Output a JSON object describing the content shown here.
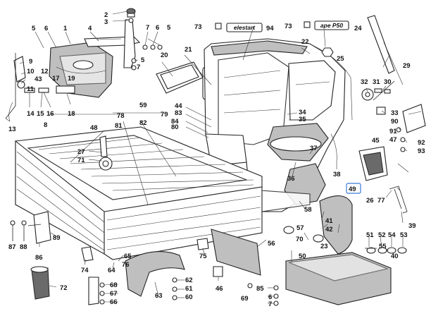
{
  "labels": [
    {
      "id": "p2",
      "text": "2"
    },
    {
      "id": "p3",
      "text": "3"
    },
    {
      "id": "p73a",
      "text": "73"
    },
    {
      "id": "p94",
      "text": "94"
    },
    {
      "id": "p73b",
      "text": "73"
    },
    {
      "id": "p24",
      "text": "24"
    },
    {
      "id": "p5a",
      "text": "5"
    },
    {
      "id": "p6a",
      "text": "6"
    },
    {
      "id": "p1",
      "text": "1"
    },
    {
      "id": "p4",
      "text": "4"
    },
    {
      "id": "p7a",
      "text": "7"
    },
    {
      "id": "p6b",
      "text": "6"
    },
    {
      "id": "p5b",
      "text": "5"
    },
    {
      "id": "p9",
      "text": "9"
    },
    {
      "id": "p10",
      "text": "10"
    },
    {
      "id": "p43",
      "text": "43"
    },
    {
      "id": "p11",
      "text": "11"
    },
    {
      "id": "p17",
      "text": "17"
    },
    {
      "id": "p19",
      "text": "19"
    },
    {
      "id": "p14",
      "text": "14"
    },
    {
      "id": "p15",
      "text": "15"
    },
    {
      "id": "p16",
      "text": "16"
    },
    {
      "id": "p18",
      "text": "18"
    },
    {
      "id": "p8",
      "text": "8"
    },
    {
      "id": "p13",
      "text": "13"
    },
    {
      "id": "p20",
      "text": "20"
    },
    {
      "id": "p21",
      "text": "21"
    },
    {
      "id": "p22",
      "text": "22"
    },
    {
      "id": "p23",
      "text": "23"
    },
    {
      "id": "p25",
      "text": "25"
    },
    {
      "id": "p26",
      "text": "26"
    },
    {
      "id": "p27",
      "text": "27"
    },
    {
      "id": "p29",
      "text": "29"
    },
    {
      "id": "p31",
      "text": "31"
    },
    {
      "id": "p30",
      "text": "30"
    },
    {
      "id": "p32",
      "text": "32"
    },
    {
      "id": "p33",
      "text": "33"
    },
    {
      "id": "p34",
      "text": "34"
    },
    {
      "id": "p35",
      "text": "35"
    },
    {
      "id": "p36",
      "text": "36"
    },
    {
      "id": "p37",
      "text": "37"
    },
    {
      "id": "p38",
      "text": "38"
    },
    {
      "id": "p39",
      "text": "39"
    },
    {
      "id": "p40",
      "text": "40"
    },
    {
      "id": "p41",
      "text": "41"
    },
    {
      "id": "p42",
      "text": "42"
    },
    {
      "id": "p44",
      "text": "44"
    },
    {
      "id": "p45",
      "text": "45"
    },
    {
      "id": "p46",
      "text": "46"
    },
    {
      "id": "p47",
      "text": "47"
    },
    {
      "id": "p48",
      "text": "48"
    },
    {
      "id": "p49",
      "text": "49"
    },
    {
      "id": "p50",
      "text": "50"
    },
    {
      "id": "p51",
      "text": "51"
    },
    {
      "id": "p52",
      "text": "52"
    },
    {
      "id": "p53",
      "text": "53"
    },
    {
      "id": "p54",
      "text": "54"
    },
    {
      "id": "p55",
      "text": "55"
    },
    {
      "id": "p56",
      "text": "56"
    },
    {
      "id": "p57",
      "text": "57"
    },
    {
      "id": "p58",
      "text": "58"
    },
    {
      "id": "p59",
      "text": "59"
    },
    {
      "id": "p60",
      "text": "60"
    },
    {
      "id": "p61",
      "text": "61"
    },
    {
      "id": "p62",
      "text": "62"
    },
    {
      "id": "p63",
      "text": "63"
    },
    {
      "id": "p64",
      "text": "64"
    },
    {
      "id": "p65",
      "text": "65"
    },
    {
      "id": "p66",
      "text": "66"
    },
    {
      "id": "p67",
      "text": "67"
    },
    {
      "id": "p68",
      "text": "68"
    },
    {
      "id": "p69",
      "text": "69"
    },
    {
      "id": "p70",
      "text": "70"
    },
    {
      "id": "p71",
      "text": "71"
    },
    {
      "id": "p72",
      "text": "72"
    },
    {
      "id": "p74",
      "text": "74"
    },
    {
      "id": "p75",
      "text": "75"
    },
    {
      "id": "p76",
      "text": "76"
    },
    {
      "id": "p77",
      "text": "77"
    },
    {
      "id": "p78",
      "text": "78"
    },
    {
      "id": "p79",
      "text": "79"
    },
    {
      "id": "p80",
      "text": "80"
    },
    {
      "id": "p81",
      "text": "81"
    },
    {
      "id": "p82",
      "text": "82"
    },
    {
      "id": "p83",
      "text": "83"
    },
    {
      "id": "p84",
      "text": "84"
    },
    {
      "id": "p85",
      "text": "85"
    },
    {
      "id": "p86",
      "text": "86"
    },
    {
      "id": "p87",
      "text": "87"
    },
    {
      "id": "p88",
      "text": "88"
    },
    {
      "id": "p89",
      "text": "89"
    },
    {
      "id": "p90",
      "text": "90"
    },
    {
      "id": "p91",
      "text": "91"
    },
    {
      "id": "p92",
      "text": "92"
    },
    {
      "id": "p93",
      "text": "93"
    },
    {
      "id": "p5c",
      "text": "5"
    },
    {
      "id": "p6c",
      "text": "6"
    },
    {
      "id": "p7c",
      "text": "7"
    },
    {
      "id": "p7b",
      "text": "7"
    },
    {
      "id": "p12",
      "text": "12"
    }
  ],
  "badges": {
    "elestart": "elestart",
    "ape_p50": "ape P50"
  },
  "highlight_part": "49",
  "colors": {
    "line": "#222222",
    "highlight": "#3a7bd5",
    "stipple": "#bfbfbf"
  }
}
